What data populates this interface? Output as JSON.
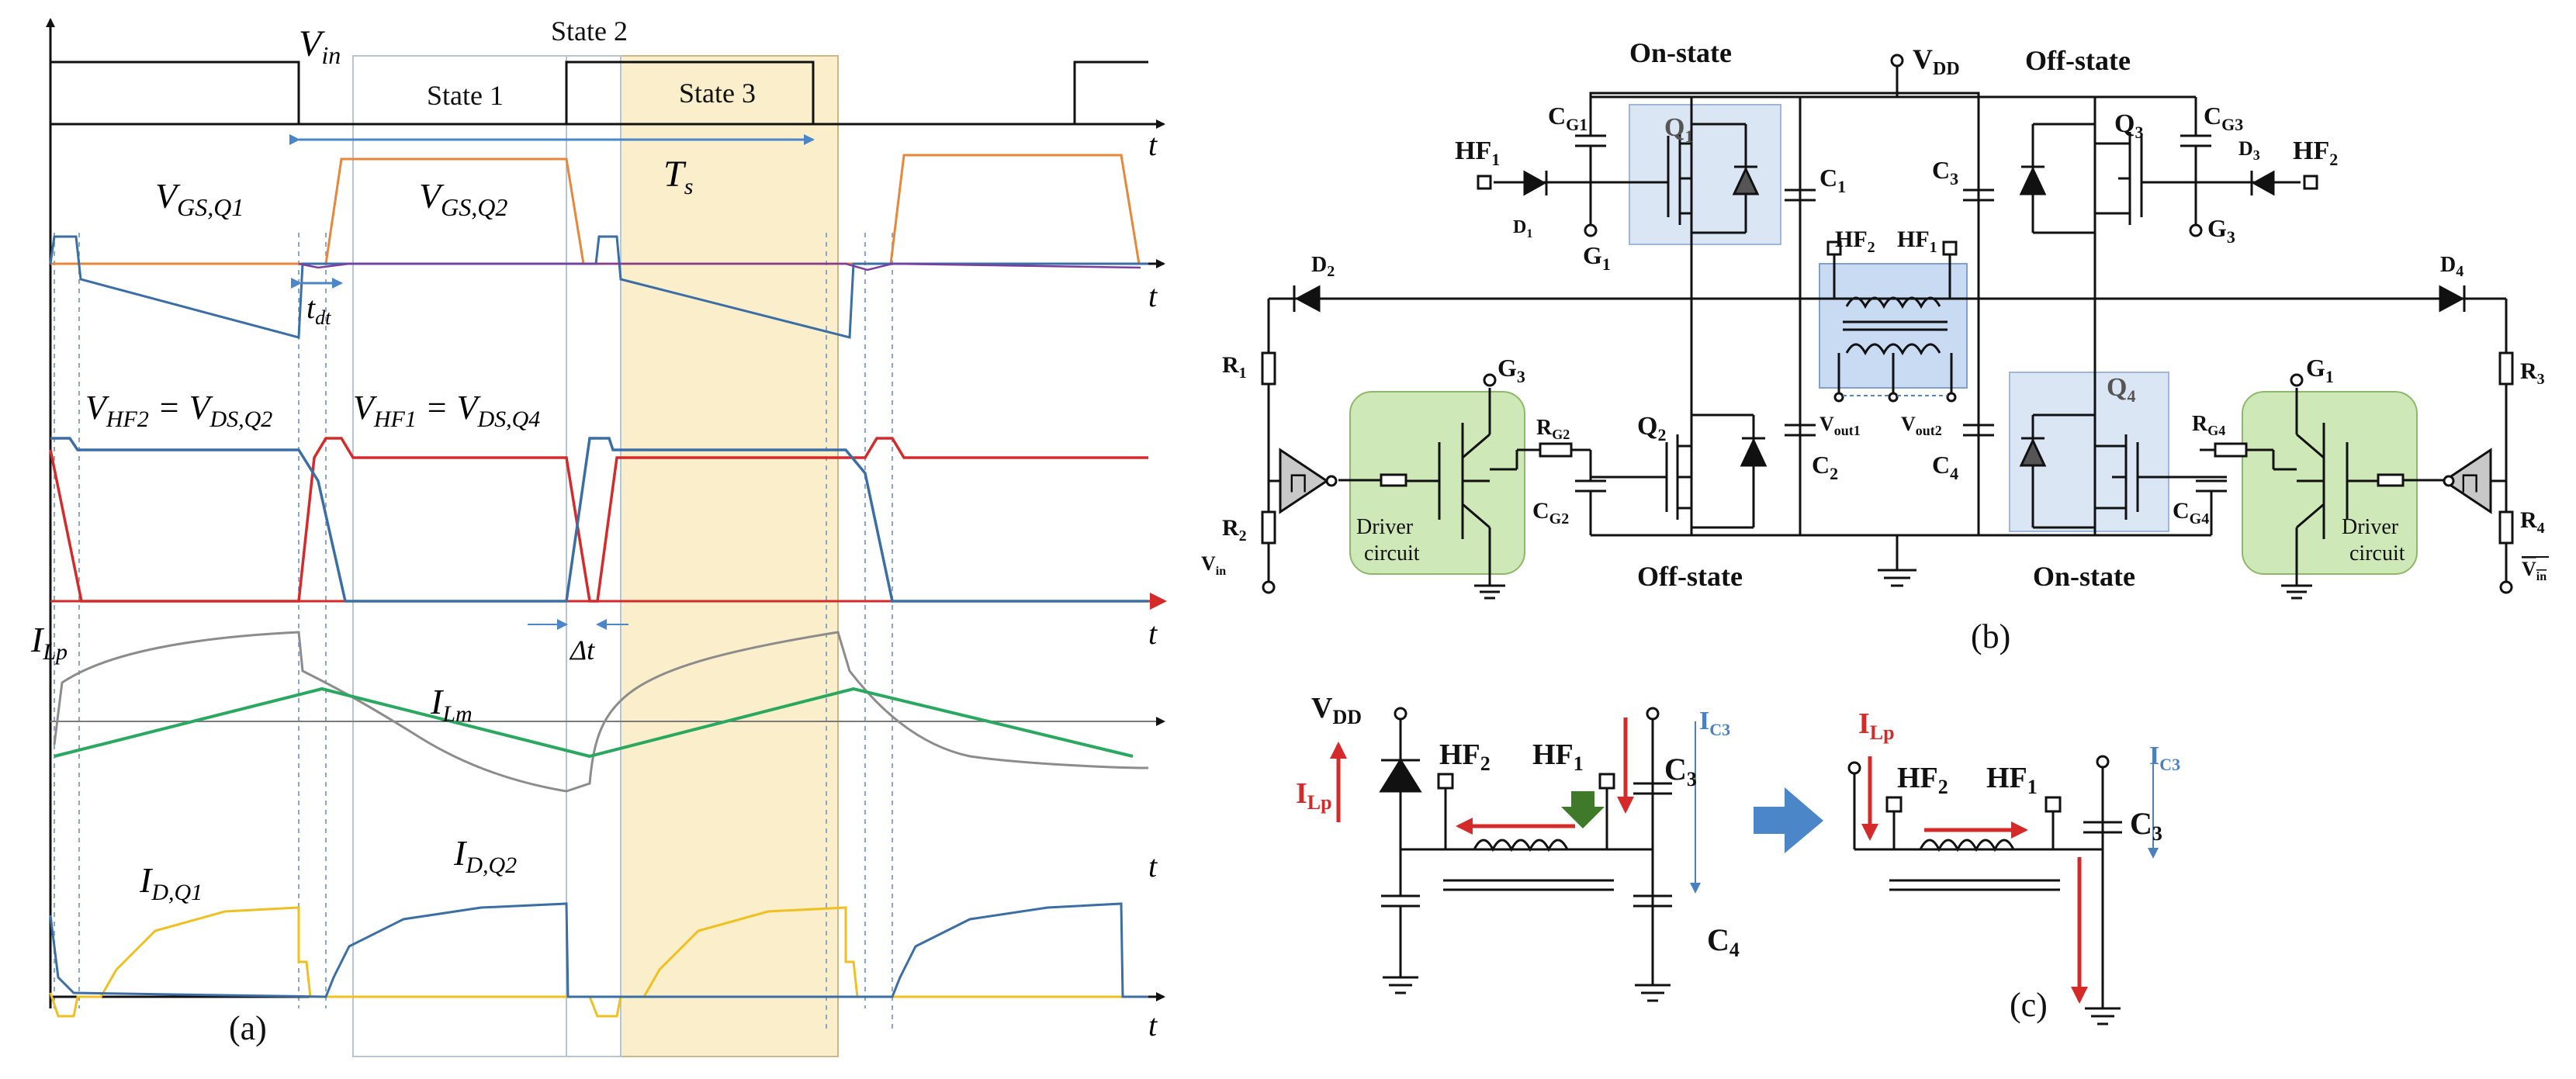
{
  "panel_a": {
    "caption": "(a)",
    "axis_t": "t",
    "v_in": "V",
    "v_in_sub": "in",
    "state1": "State 1",
    "state2": "State 2",
    "state3": "State 3",
    "ts": "T",
    "ts_sub": "s",
    "vgs_q1": "V",
    "vgs_q1_sub": "GS,Q1",
    "vgs_q2": "V",
    "vgs_q2_sub": "GS,Q2",
    "tdt": "t",
    "tdt_sub": "dt",
    "vhf2_lhs": "V",
    "vhf2_lhs_sub": "HF2",
    "vhf2_rhs": " = V",
    "vhf2_rhs_sub": "DS,Q2",
    "vhf1_lhs": "V",
    "vhf1_lhs_sub": "HF1",
    "vhf1_rhs": " = V",
    "vhf1_rhs_sub": "DS,Q4",
    "delta_t": "Δt",
    "ilp": "I",
    "ilp_sub": "Lp",
    "ilm": "I",
    "ilm_sub": "Lm",
    "id_q1": "I",
    "id_q1_sub": "D,Q1",
    "id_q2": "I",
    "id_q2_sub": "D,Q2"
  },
  "panel_b": {
    "caption": "(b)",
    "on_state_top": "On-state",
    "off_state_top": "Off-state",
    "off_state_bottom": "Off-state",
    "on_state_bottom": "On-state",
    "vdd": "V",
    "vdd_sub": "DD",
    "hf1_left": "HF",
    "hf1_left_sub": "1",
    "hf2_right": "HF",
    "hf2_right_sub": "2",
    "cg1": "C",
    "cg1_sub": "G1",
    "cg3": "C",
    "cg3_sub": "G3",
    "q1": "Q",
    "q1_sub": "1",
    "q2": "Q",
    "q2_sub": "2",
    "q3": "Q",
    "q3_sub": "3",
    "q4": "Q",
    "q4_sub": "4",
    "c1": "C",
    "c1_sub": "1",
    "c2": "C",
    "c2_sub": "2",
    "c3": "C",
    "c3_sub": "3",
    "c4": "C",
    "c4_sub": "4",
    "d1": "D",
    "d1_sub": "1",
    "d2": "D",
    "d2_sub": "2",
    "d3": "D",
    "d3_sub": "3",
    "d4": "D",
    "d4_sub": "4",
    "g1": "G",
    "g1_sub": "1",
    "g3": "G",
    "g3_sub": "3",
    "hf2_mid": "HF",
    "hf2_mid_sub": "2",
    "hf1_mid": "HF",
    "hf1_mid_sub": "1",
    "vout1": "V",
    "vout1_sub": "out1",
    "vout2": "V",
    "vout2_sub": "out2",
    "r1": "R",
    "r1_sub": "1",
    "r2": "R",
    "r2_sub": "2",
    "r3": "R",
    "r3_sub": "3",
    "r4": "R",
    "r4_sub": "4",
    "rg2": "R",
    "rg2_sub": "G2",
    "rg4": "R",
    "rg4_sub": "G4",
    "cg2": "C",
    "cg2_sub": "G2",
    "cg4": "C",
    "cg4_sub": "G4",
    "driver1_line1": "Driver",
    "driver1_line2": "circuit",
    "driver2_line1": "Driver",
    "driver2_line2": "circuit",
    "vin_left": "V",
    "vin_left_sub": "in",
    "vin_right": "V",
    "vin_right_sub": "in"
  },
  "panel_c": {
    "caption": "(c)",
    "vdd": "V",
    "vdd_sub": "DD",
    "ilp_left": "I",
    "ilp_left_sub": "Lp",
    "hf2_left": "HF",
    "hf2_left_sub": "2",
    "hf1_left": "HF",
    "hf1_left_sub": "1",
    "ic3_left": "I",
    "ic3_left_sub": "C3",
    "c3_left": "C",
    "c3_left_sub": "3",
    "c4_left": "C",
    "c4_left_sub": "4",
    "ilp_right": "I",
    "ilp_right_sub": "Lp",
    "hf2_right": "HF",
    "hf2_right_sub": "2",
    "hf1_right": "HF",
    "hf1_right_sub": "1",
    "ic3_right": "I",
    "ic3_right_sub": "C3",
    "c3_right": "C",
    "c3_right_sub": "3"
  },
  "colors": {
    "orange": "#e8863a",
    "blue": "#3a6ea5",
    "purple": "#7a3fa0",
    "red": "#d42a2a",
    "gray": "#8c8c8c",
    "green": "#2aa860",
    "yellow": "#f0c020",
    "state3_fill": "#fbeecb",
    "driver_fill": "#cfe8b8",
    "transistor_fill": "#dbe6f5",
    "arrow_blue": "#4a86c8",
    "arrow_green": "#3f7a2a",
    "current_blue": "#4a7fc0"
  }
}
